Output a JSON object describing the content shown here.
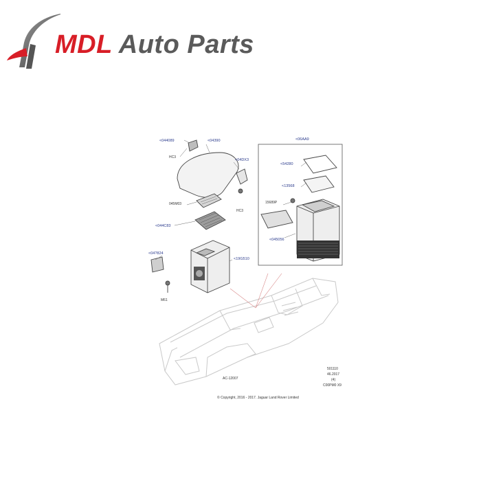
{
  "logo": {
    "brand": "MDL",
    "rest": " Auto Parts",
    "colors": {
      "brand": "#d81e27",
      "text": "#5a5a5a"
    }
  },
  "diagram": {
    "callouts": {
      "c1": "<044089",
      "c2": "<04390",
      "c3": "HC3",
      "c4": "<04DX3",
      "c5": "HC3",
      "c6": "045M03",
      "c7": "<044C83",
      "c8": "<04?824",
      "c9": "<19G510",
      "c10": "M61",
      "c11": "<06AA9",
      "c12": "<54280",
      "c13": "<13568",
      "c14": "15689P",
      "c15": "<045056"
    },
    "ref": {
      "line1": "501110",
      "line2": "46.2017",
      "line3": "(4)",
      "line4": "C00PM0 X9",
      "side": "AC-12007"
    },
    "copyright": "© Copyright, 2016 - 2017. Jaguar Land Rover Limited"
  }
}
